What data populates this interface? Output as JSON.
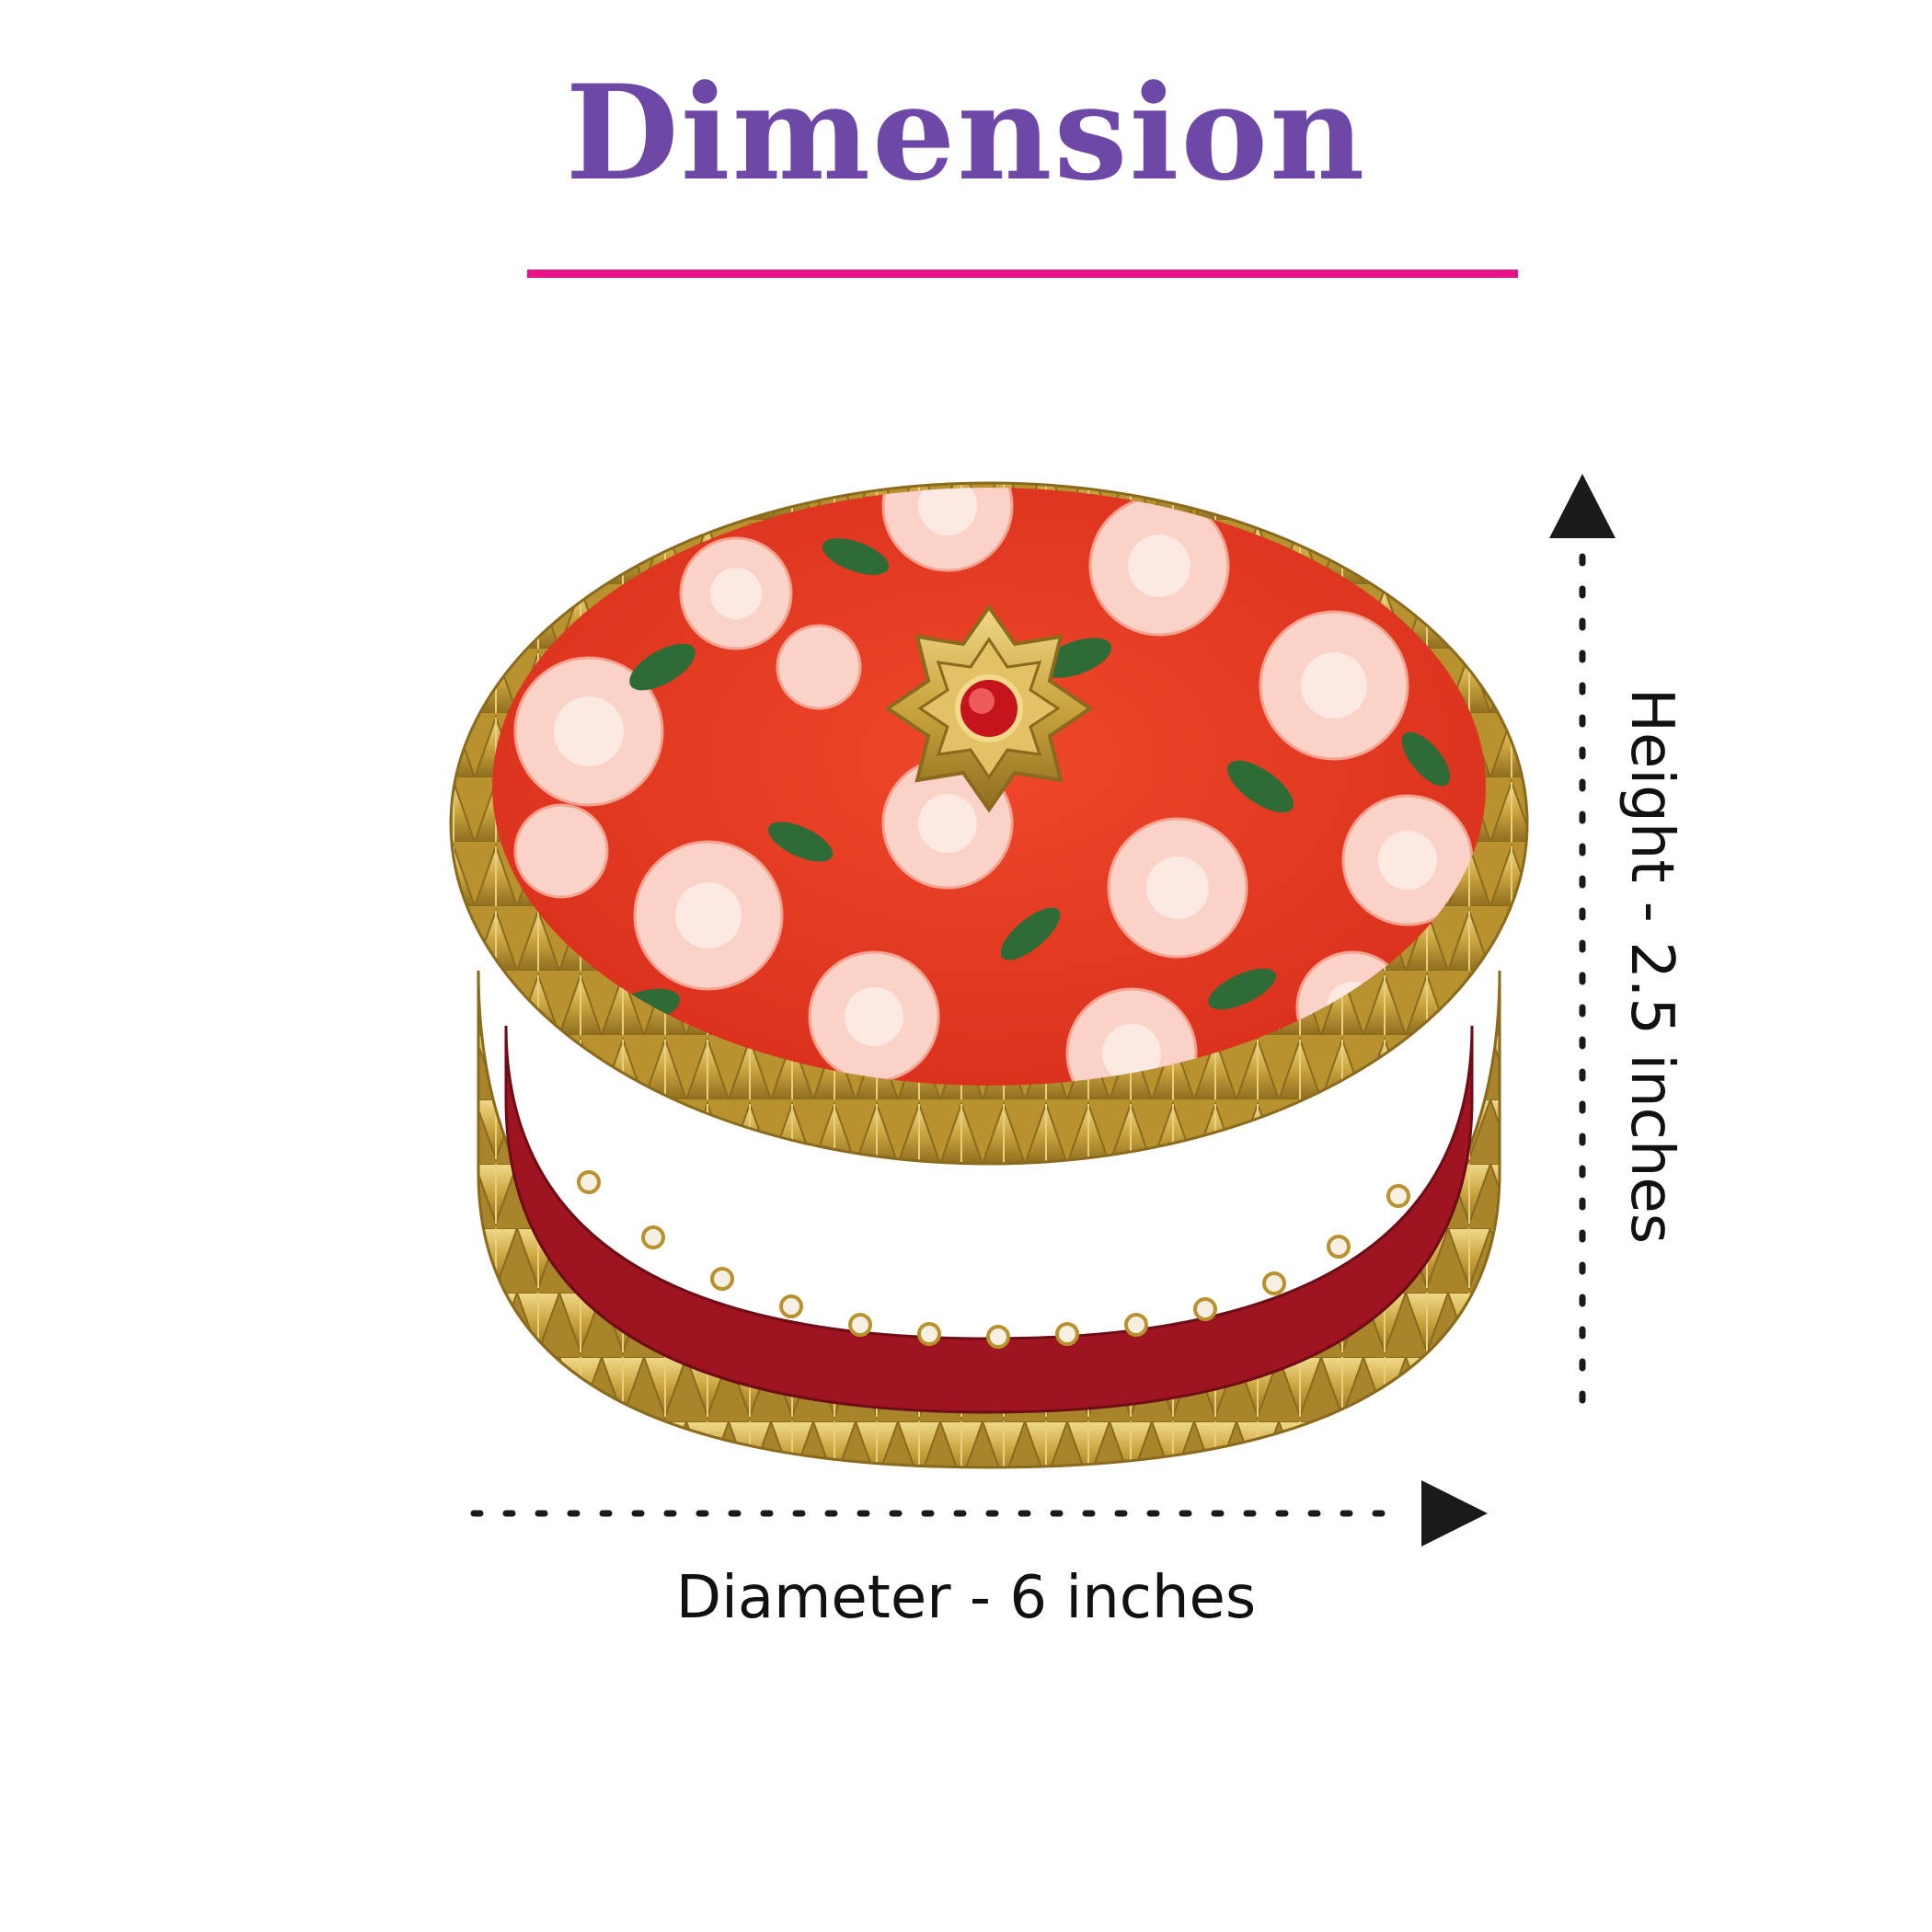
{
  "heading": {
    "title": "Dimension"
  },
  "dimensions": {
    "diameter_label": "Diameter - 6 inches",
    "height_label": "Height - 2.5 inches"
  },
  "colors": {
    "title": "#6d48a6",
    "rule": "#e8138a",
    "arrows": "#1a1a1a"
  },
  "product_image": {
    "name": "decorative-round-gift-box",
    "lid_pattern": "red floral roses print with gold petal brooch",
    "trim": "gold gota leaf lace"
  }
}
